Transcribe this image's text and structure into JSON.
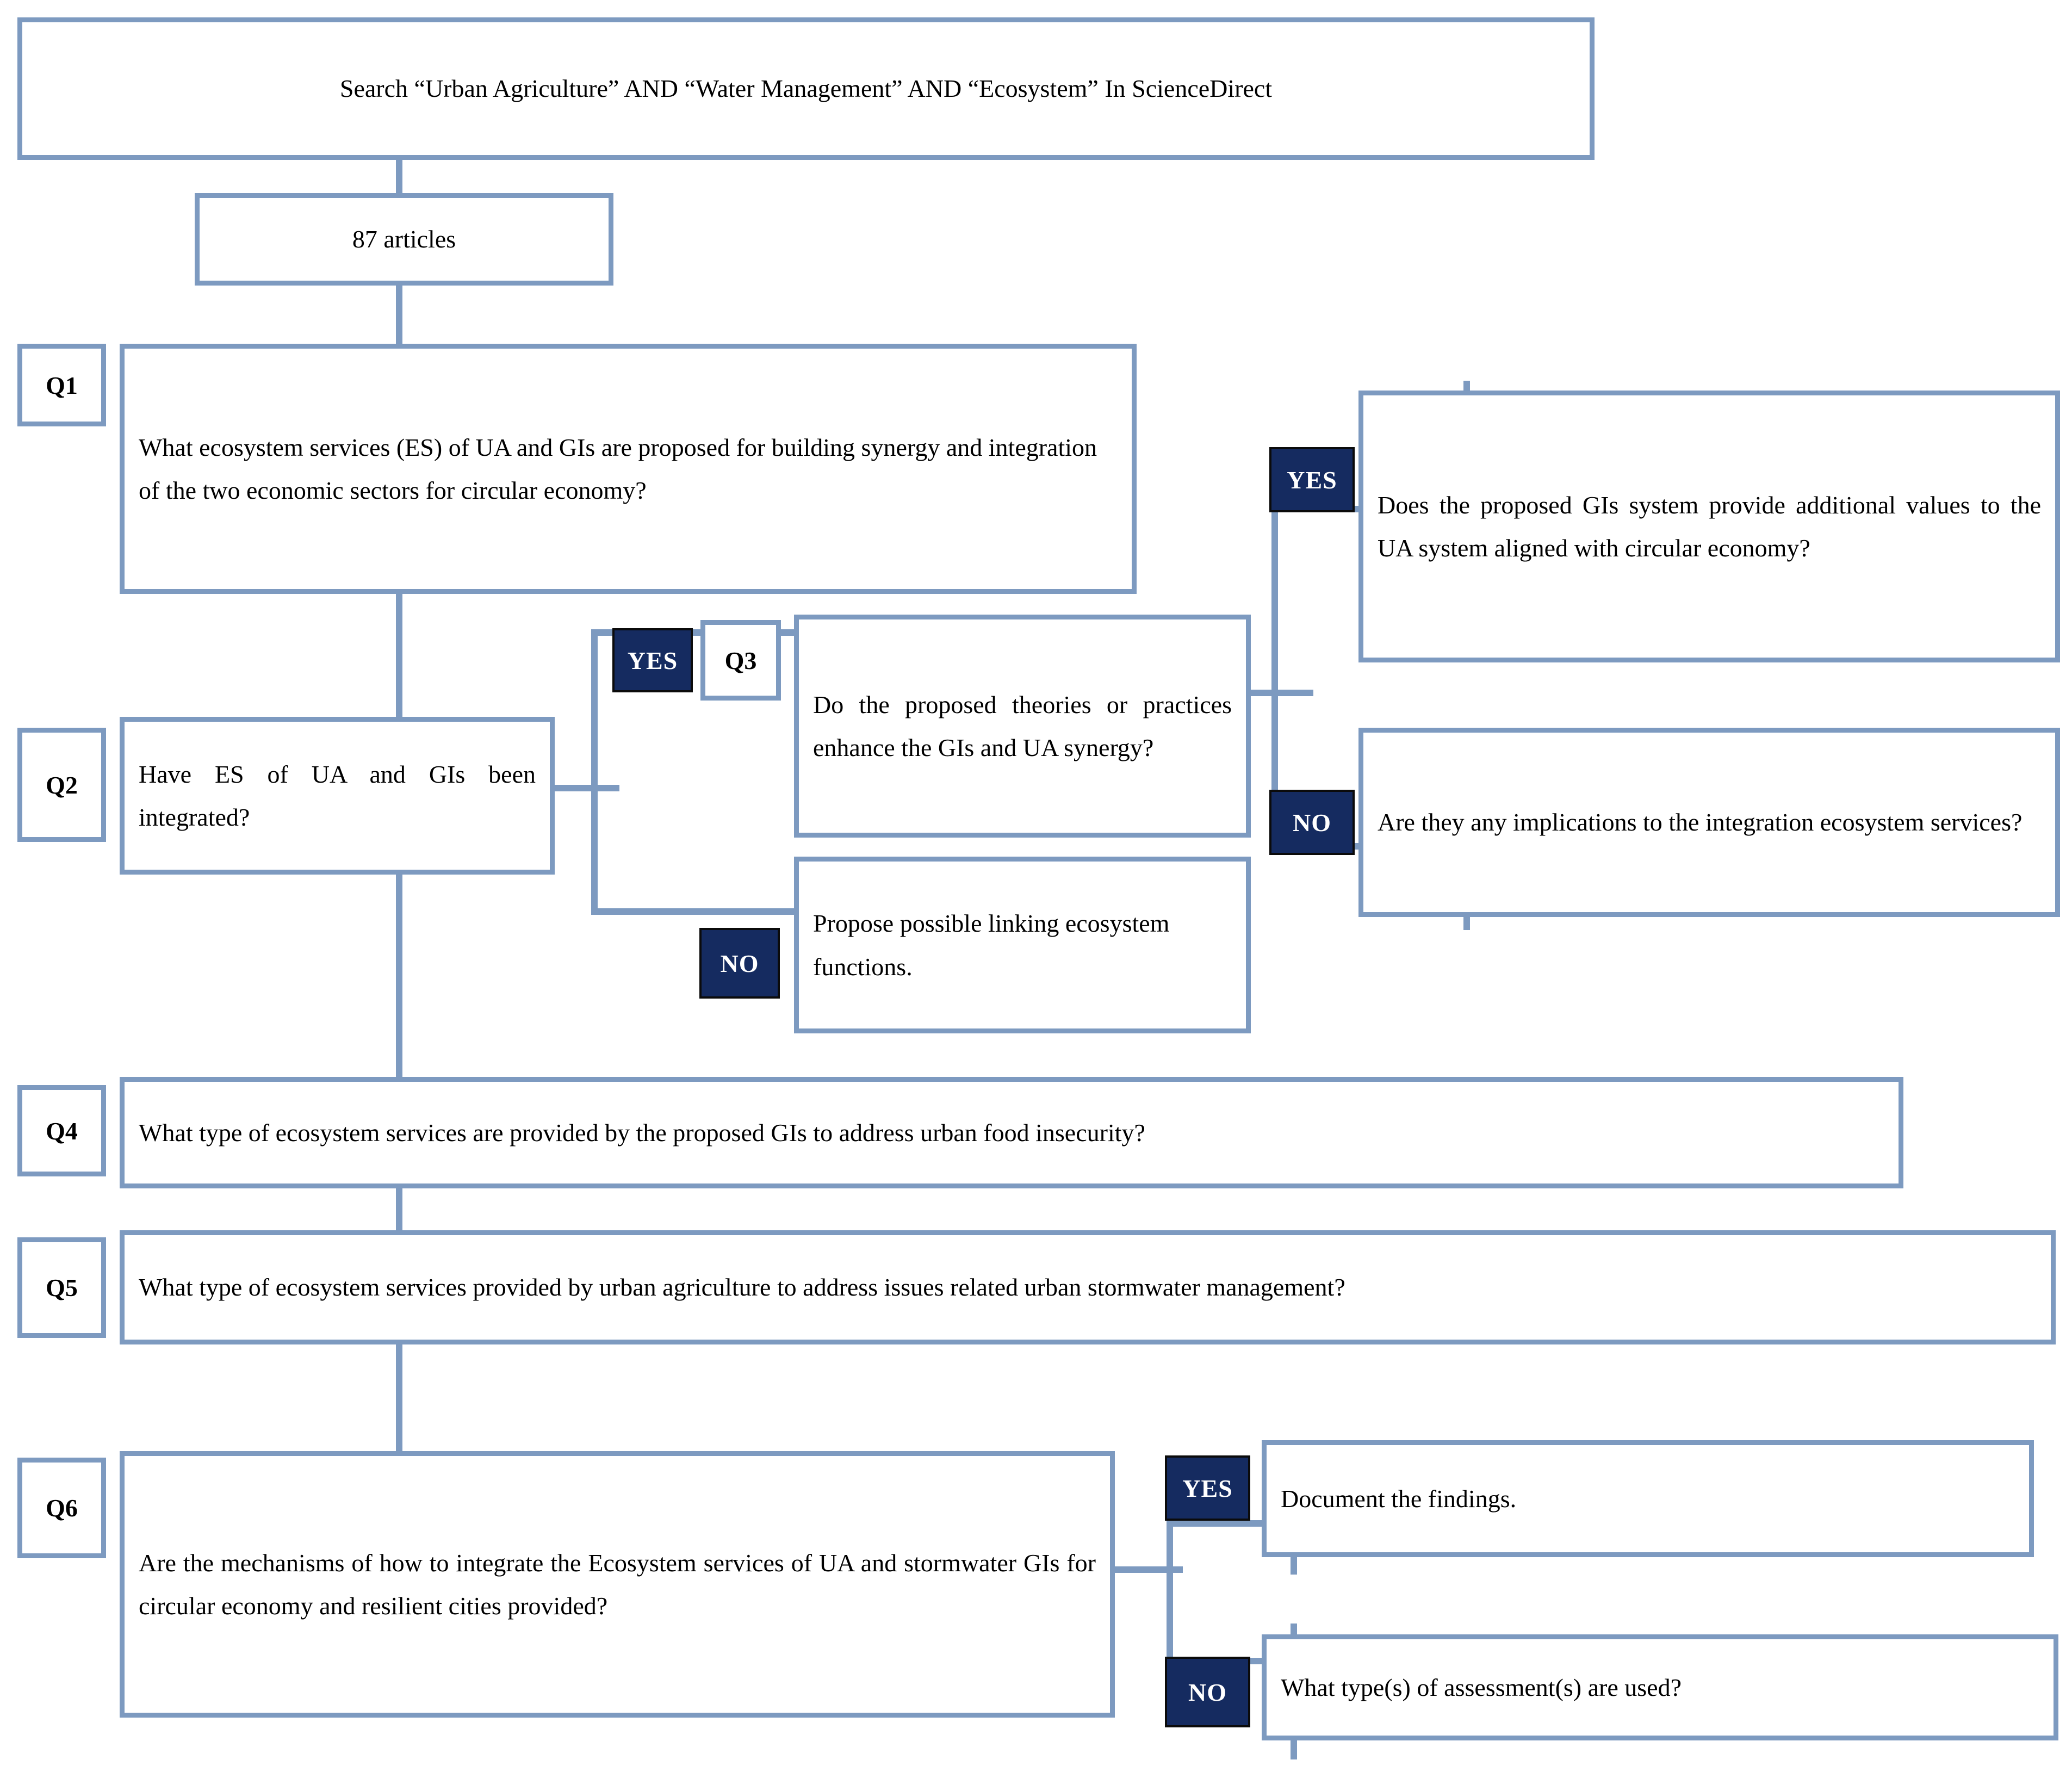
{
  "flowchart": {
    "title_box": {
      "text": "Search “Urban Agriculture” AND “Water Management” AND “Ecosystem” In ScienceDirect"
    },
    "articles_box": {
      "text": "87 articles"
    },
    "questions": [
      {
        "tag": "Q1",
        "text": "What ecosystem services (ES) of UA and GIs are proposed for building synergy and integration of the two economic sectors for circular economy?"
      },
      {
        "tag": "Q2",
        "text": "Have ES of UA and GIs been integrated?"
      },
      {
        "tag": "Q3",
        "text": "Do the proposed theories or practices enhance the GIs and UA synergy?"
      },
      {
        "tag": "Q4",
        "text": "What type of ecosystem services are provided by the proposed GIs to address urban food insecurity?"
      },
      {
        "tag": "Q5",
        "text": "What type of ecosystem services provided by urban agriculture to address issues related urban stormwater management?"
      },
      {
        "tag": "Q6",
        "text": "Are the mechanisms of how to integrate the Ecosystem services of UA and stormwater GIs for circular economy and resilient cities provided?"
      }
    ],
    "branches": {
      "q2_no": {
        "label": "NO",
        "text": "Propose possible linking ecosystem functions."
      },
      "q2_yes_label": "YES",
      "q3_yes": {
        "label": "YES",
        "text": "Does the proposed GIs system provide additional values to the UA system aligned with circular economy?"
      },
      "q3_no": {
        "label": "NO",
        "text": "Are they any implications to the integration ecosystem services?"
      },
      "q6_yes": {
        "label": "YES",
        "text": "Document the findings."
      },
      "q6_no": {
        "label": "NO",
        "text": "What type(s) of assessment(s) are used?"
      }
    },
    "colors": {
      "box_border": "#7d9ac0",
      "chip_fill": "#152b60",
      "chip_text": "#ffffff",
      "connector": "#7d9ac0",
      "background": "#ffffff",
      "text": "#000000"
    }
  }
}
